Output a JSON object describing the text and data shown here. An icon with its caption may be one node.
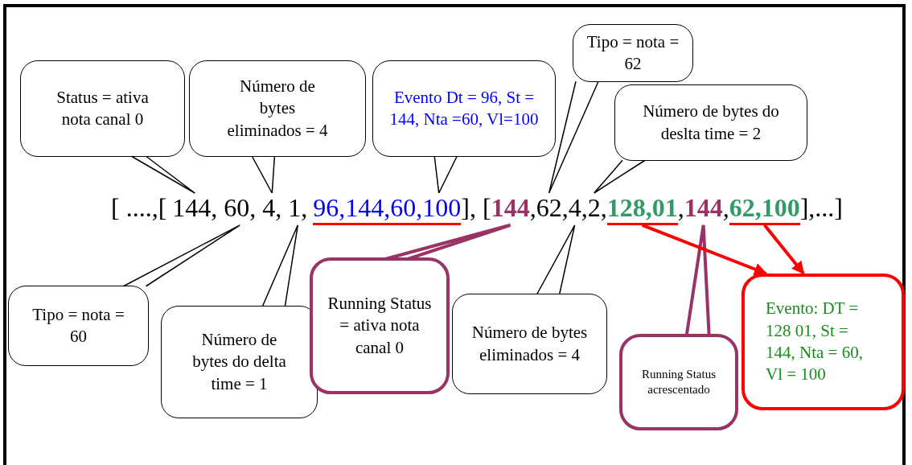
{
  "diagram": {
    "nodes": [
      {
        "text": [
          "Status = ativa nota canal 0"
        ]
      },
      {
        "text": [
          "Número de bytes eliminados = 4"
        ]
      },
      {
        "text": [
          "Evento Dt = 96, St = 144, Nta =60, Vl=100"
        ]
      },
      {
        "text": [
          "Tipo = nota = 62"
        ]
      },
      {
        "text": [
          "Número de bytes do deslta time = 2"
        ]
      },
      {
        "text": [
          "144,"
        ]
      },
      {
        "text": [
          "60,"
        ]
      },
      {
        "text": [
          "4,"
        ]
      },
      {
        "text": [
          "1,"
        ]
      },
      {
        "text": [
          "96,144,60,100"
        ]
      },
      {
        "text": [
          "144"
        ]
      },
      {
        "text": [
          "62"
        ]
      },
      {
        "text": [
          "4"
        ]
      },
      {
        "text": [
          "2"
        ]
      },
      {
        "text": [
          "128,01"
        ]
      },
      {
        "text": [
          "144"
        ]
      },
      {
        "text": [
          "62,100"
        ]
      },
      {
        "text": [
          "Tipo = nota = 60"
        ]
      },
      {
        "text": [
          "Número de bytes do delta time = 1"
        ]
      },
      {
        "text": [
          "Running Status = ativa nota canal 0"
        ]
      },
      {
        "text": [
          "Número de bytes eliminados = 4"
        ]
      },
      {
        "text": [
          "Running Status acrescentado"
        ]
      },
      {
        "text": [
          "Evento: DT = 128 01, St = 144, Nta = 60, Vl = 100"
        ]
      }
    ],
    "edges": [
      {
        "from": 0,
        "to": 5,
        "arrow": "none"
      },
      {
        "from": 1,
        "to": 7,
        "arrow": "none"
      },
      {
        "from": 2,
        "to": 9,
        "arrow": "none"
      },
      {
        "from": 3,
        "to": 11,
        "arrow": "none"
      },
      {
        "from": 4,
        "to": 13,
        "arrow": "none"
      },
      {
        "from": 17,
        "to": 6,
        "arrow": "none"
      },
      {
        "from": 18,
        "to": 8,
        "arrow": "none"
      },
      {
        "from": 19,
        "to": 10,
        "arrow": "none",
        "style": "thick",
        "color": "#993366"
      },
      {
        "from": 20,
        "to": 12,
        "arrow": "none"
      },
      {
        "from": 21,
        "to": 15,
        "arrow": "none",
        "style": "thick",
        "color": "#993366"
      },
      {
        "from": 14,
        "to": 22,
        "arrow": "to",
        "style": "thick",
        "color": "#ff0000"
      },
      {
        "from": 16,
        "to": 22,
        "arrow": "to",
        "style": "thick",
        "color": "#ff0000"
      }
    ],
    "labels": [
      "[ ....,[",
      "], [",
      ",",
      ",",
      ",",
      ",",
      ",",
      ",",
      "],...]"
    ]
  }
}
